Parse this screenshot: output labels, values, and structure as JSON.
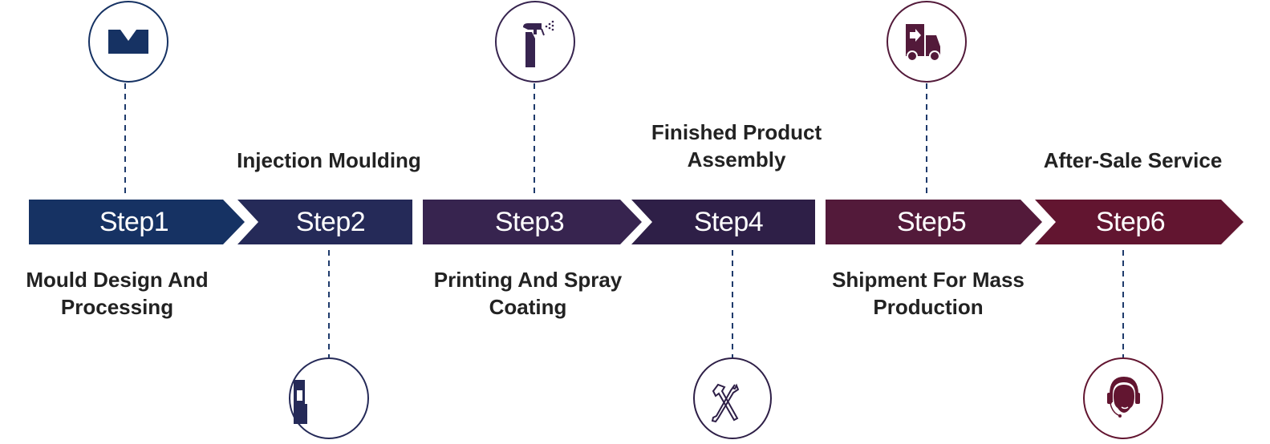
{
  "steps": [
    {
      "label": "Step1",
      "description": "Mould Design And Processing",
      "icon": "mould-icon",
      "color": "#163263"
    },
    {
      "label": "Step2",
      "description": "Injection Moulding",
      "icon": "injection-machine-icon",
      "color": "#252a58"
    },
    {
      "label": "Step3",
      "description": "Printing And Spray Coating",
      "icon": "spray-bottle-icon",
      "color": "#37244f"
    },
    {
      "label": "Step4",
      "description": "Finished Product Assembly",
      "icon": "tools-icon",
      "color": "#2e1f47"
    },
    {
      "label": "Step5",
      "description": "Shipment For Mass Production",
      "icon": "delivery-truck-icon",
      "color": "#531a3a"
    },
    {
      "label": "Step6",
      "description": "After-Sale Service",
      "icon": "customer-service-headset-icon",
      "color": "#621530"
    }
  ]
}
